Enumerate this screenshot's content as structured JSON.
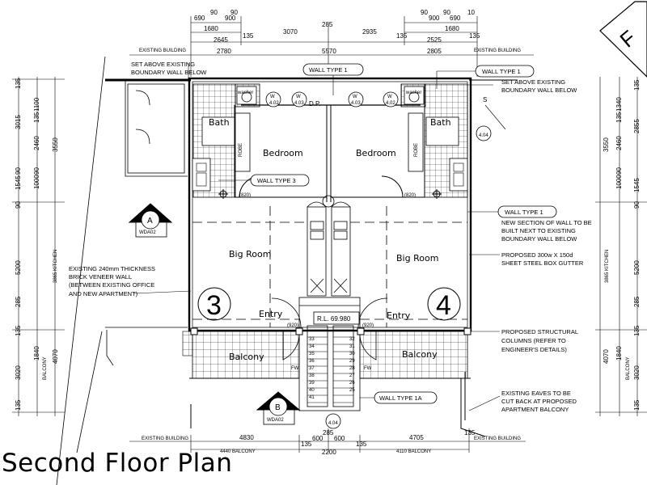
{
  "title": "Second Floor Plan",
  "top_dims": {
    "row1": [
      "690",
      "90",
      "90",
      "90",
      "90",
      "690",
      "10"
    ],
    "row2": [
      "1680",
      "900",
      "285",
      "900",
      "1680"
    ],
    "row3": [
      "2645",
      "135",
      "3070",
      "2935",
      "135",
      "2525",
      "135"
    ],
    "row4": [
      "2780",
      "5570",
      "2805"
    ],
    "existing_building": "EXISTING BUILDING"
  },
  "bottom_dims": {
    "row1": [
      "4830",
      "285",
      "4705",
      "135"
    ],
    "row2": [
      "135",
      "600",
      "600",
      "135"
    ],
    "row3": [
      "4440 BALCONY",
      "2200",
      "4110 BALCONY"
    ],
    "existing_building": "EXISTING BUILDING"
  },
  "left_dims": {
    "col1": [
      "135",
      "3015",
      "90",
      "1545",
      "90",
      "5200",
      "285",
      "135",
      "3020",
      "135"
    ],
    "col2": [
      "1100",
      "135",
      "2460",
      "1000",
      "90",
      "1840"
    ],
    "col3": [
      "3550",
      "3865 KITCHEN",
      "4070",
      "BALCONY"
    ]
  },
  "right_dims": {
    "col1": [
      "135",
      "2855",
      "1545",
      "90",
      "5200",
      "285",
      "135",
      "3020",
      "135"
    ],
    "col2": [
      "1340",
      "135",
      "2460",
      "1000",
      "90",
      "1840"
    ],
    "col3": [
      "3550",
      "3865 KITCHEN",
      "4070",
      "BALCONY"
    ]
  },
  "rooms": {
    "bath": "Bath",
    "bedroom": "Bedroom",
    "big_room": "Big Room",
    "entry": "Entry",
    "balcony": "Balcony",
    "robe": "ROBE",
    "unit_left": "3",
    "unit_right": "4"
  },
  "labels": {
    "wall_type_1": "WALL TYPE 1",
    "wall_type_3": "WALL TYPE 3",
    "wall_type_1a": "WALL TYPE 1A",
    "rl": "R.L. 69.980",
    "dp": "D.P.",
    "door_820": "(820)",
    "door_920": "(920)",
    "w_codes": [
      "W",
      "W",
      "W",
      "W"
    ],
    "w_numbers": [
      "4.02",
      "4.03",
      "4.03",
      "4.02",
      "4.04"
    ],
    "washer": "washer",
    "fw": "FW",
    "s": "S",
    "stair_left": [
      "33",
      "34",
      "35",
      "36",
      "37",
      "38",
      "39",
      "40",
      "41"
    ],
    "stair_right": [
      "32",
      "31",
      "30",
      "29",
      "28",
      "27",
      "26",
      "25"
    ]
  },
  "section_markers": [
    {
      "letter": "A",
      "ref": "WDA02"
    },
    {
      "letter": "B",
      "ref": "WDA02"
    }
  ],
  "notes": {
    "set_above_left": [
      "SET ABOVE EXISTING",
      "BOUNDARY WALL BELOW"
    ],
    "set_above_right": [
      "SET ABOVE EXISTING",
      "BOUNDARY WALL BELOW"
    ],
    "existing_wall": [
      "EXISTING 240mm THICKNESS",
      "BRICK VENEER WALL",
      "(BETWEEN EXISTING OFFICE",
      "AND NEW APARTMENT)"
    ],
    "new_section": [
      "NEW SECTION OF WALL TO BE",
      "BUILT NEXT TO EXISTING",
      "BOUNDARY WALL BELOW"
    ],
    "box_gutter": [
      "PROPOSED 300w X 150d",
      "SHEET STEEL BOX GUTTER"
    ],
    "columns": [
      "PROPOSED STRUCTURAL",
      "COLUMNS (REFER TO",
      "ENGINEER'S DETAILS)"
    ],
    "eaves": [
      "EXISTING EAVES TO BE",
      "CUT BACK AT PROPOSED",
      "APARTMENT BALCONY"
    ]
  },
  "north_letter": "F"
}
